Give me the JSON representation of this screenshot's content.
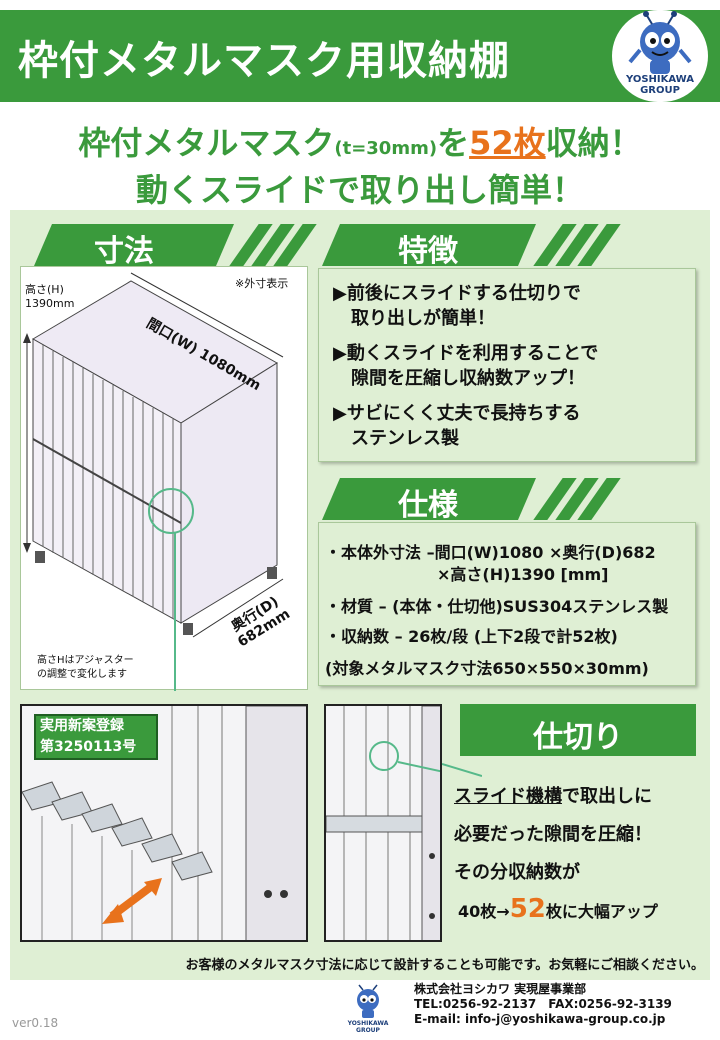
{
  "header": {
    "title": "枠付メタルマスク用収納棚",
    "logo_text": "YOSHIKAWA\nGROUP",
    "logo_line1": "YOSHIKAWA",
    "logo_line2": "GROUP"
  },
  "headline": {
    "line1_a": "枠付メタルマスク",
    "line1_b": "(t=30mm)",
    "line1_c": "を",
    "line1_num": "52枚",
    "line1_d": "収納！",
    "line2": "動くスライドで取り出し簡単！"
  },
  "dimensions": {
    "heading": "寸法",
    "note": "※外寸表示",
    "height_label": "高さ(H)",
    "height_value": "1390mm",
    "width_label": "間口(W) 1080mm",
    "depth_label": "奥行(D)",
    "depth_value": "682mm",
    "adjuster_note_1": "高さHはアジャスター",
    "adjuster_note_2": "の調整で変化します"
  },
  "features": {
    "heading": "特徴",
    "items": [
      {
        "line1": "▶前後にスライドする仕切りで",
        "line2": "　取り出しが簡単！"
      },
      {
        "line1": "▶動くスライドを利用することで",
        "line2": "　隙間を圧縮し収納数アップ！"
      },
      {
        "line1": "▶サビにくく丈夫で長持ちする",
        "line2": "　ステンレス製"
      }
    ]
  },
  "specs": {
    "heading": "仕様",
    "items": [
      "・本体外寸法 –間口(W)1080 ×奥行(D)682",
      "　　　　　　　×高さ(H)1390 [mm]",
      "・材質 – (本体・仕切他)SUS304ステンレス製",
      "・収納数 – 26枚/段 (上下2段で計52枚)",
      "(対象メタルマスク寸法650×550×30mm)"
    ]
  },
  "badge": {
    "line1": "実用新案登録",
    "line2": "第3250113号"
  },
  "partition": {
    "heading": "仕切り",
    "line1_u": "スライド機構",
    "line1_rest": "で取出しに",
    "line2": "必要だった隙間を圧縮！",
    "line3": "その分収納数が",
    "line4_a": "40枚→",
    "line4_num": "52",
    "line4_b": "枚に大幅アップ"
  },
  "footnote": "お客様のメタルマスク寸法に応じて設計することも可能です。お気軽にご相談ください。",
  "company": {
    "name": "株式会社ヨシカワ 実現屋事業部",
    "tel": "TEL:0256-92-2137　FAX:0256-92-3139",
    "email": "E-mail: info-j@yoshikawa-group.co.jp"
  },
  "version": "ver0.18",
  "colors": {
    "brand_green": "#3a9a3c",
    "panel_green": "#dfefd4",
    "accent_orange": "#e8721c"
  }
}
